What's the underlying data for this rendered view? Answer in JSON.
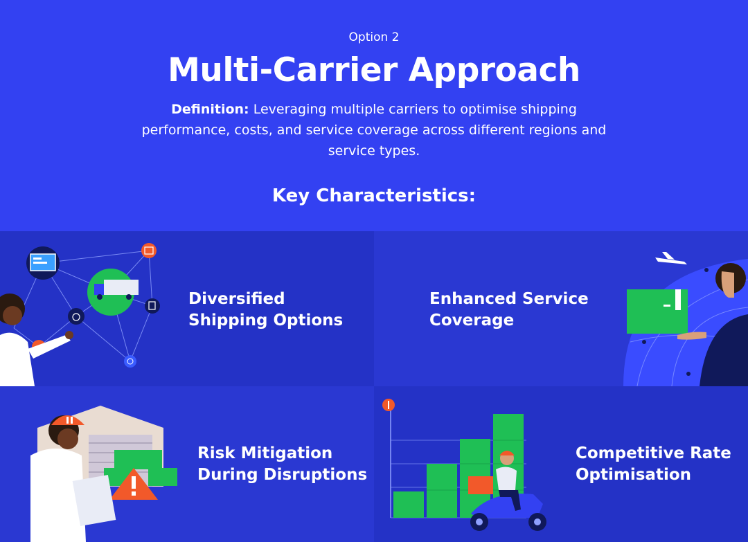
{
  "header": {
    "eyebrow": "Option 2",
    "title": "Multi-Carrier Approach",
    "definition_label": "Definition:",
    "definition_text": " Leveraging multiple carriers to optimise shipping performance, costs, and service coverage across different regions and service types.",
    "key_heading": "Key Characteristics:"
  },
  "cards": [
    {
      "label": "Diversified Shipping Options"
    },
    {
      "label": "Enhanced Service Coverage"
    },
    {
      "label": "Risk Mitigation During Disruptions"
    },
    {
      "label": "Competitive Rate Optimisation"
    }
  ],
  "colors": {
    "background": "#3341f2",
    "card_dark": "#2432c6",
    "card_mid": "#2a38d2",
    "accent_green": "#1fbf55",
    "accent_orange": "#f2592a"
  }
}
